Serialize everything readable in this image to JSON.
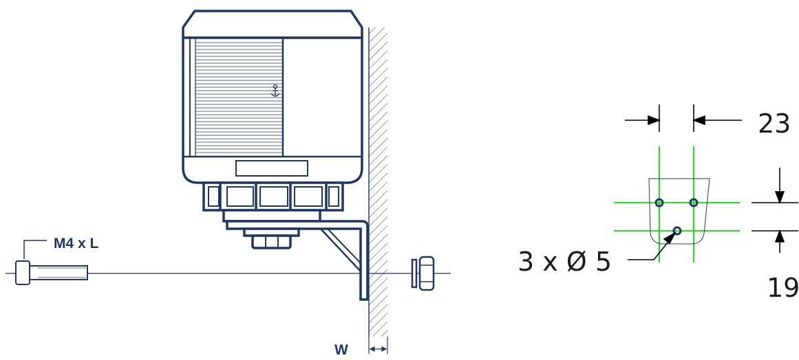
{
  "labels": {
    "screw": "M4 x L",
    "wall_gap": "W",
    "hole_spacing_horizontal": "23",
    "hole_spacing_vertical": "19",
    "holes": "3 x Ø 5"
  },
  "colors": {
    "line": "#1f3566",
    "guide": "#00e000",
    "text": "#1b1b1b",
    "label_blue": "#1f3566"
  },
  "icons": {
    "anchor": "anchor-symbol"
  }
}
